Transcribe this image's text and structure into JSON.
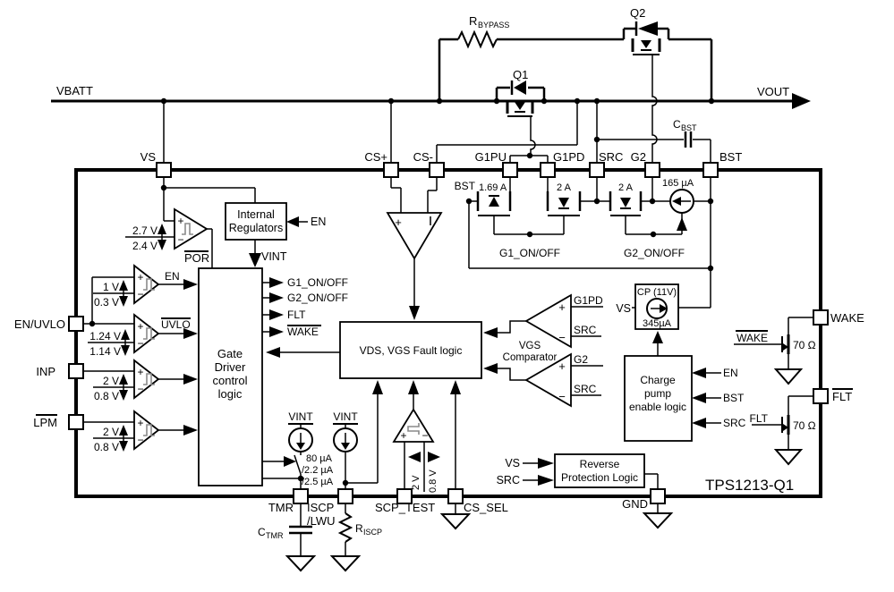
{
  "rails": {
    "vbatt": "VBATT",
    "vout": "VOUT"
  },
  "chip": {
    "part": "TPS1213-Q1"
  },
  "sign": {
    "plus": "+",
    "minus": "−"
  },
  "external": {
    "rbypass_r": "R",
    "rbypass_sub": "BYPASS",
    "q1": "Q1",
    "q2": "Q2",
    "cbst_c": "C",
    "cbst_sub": "BST",
    "ctmr_c": "C",
    "ctmr_sub": "TMR",
    "riscp_r": "R",
    "riscp_sub": "ISCP"
  },
  "pins": {
    "vs": "VS",
    "cs_plus": "CS+",
    "cs_minus": "CS-",
    "g1pu": "G1PU",
    "g1pd": "G1PD",
    "src": "SRC",
    "g2": "G2",
    "bst": "BST",
    "en_uvlo": "EN/UVLO",
    "inp": "INP",
    "lpm": "LPM",
    "wake": "WAKE",
    "flt": "FLT",
    "tmr": "TMR",
    "iscp_line1": "ISCP",
    "iscp_line2": "/LWU",
    "scp_test": "SCP_TEST",
    "cs_sel": "CS_SEL",
    "gnd": "GND"
  },
  "comp": {
    "por_rise": "2.7 V",
    "por_fall": "2.4 V",
    "por_out": "POR",
    "en_rise": "1 V",
    "en_fall": "0.3 V",
    "en_out": "EN",
    "uvlo_rise": "1.24 V",
    "uvlo_fall": "1.14 V",
    "uvlo_out": "UVLO",
    "inp_rise": "2 V",
    "inp_fall": "0.8 V",
    "lpm_rise": "2 V",
    "lpm_fall": "0.8 V",
    "scp_rise": "2 V",
    "scp_fall": "0.8 V"
  },
  "blocks": {
    "ir1": "Internal",
    "ir2": "Regulators",
    "ir_en": "EN",
    "ir_vint": "VINT",
    "gd1": "Gate",
    "gd2": "Driver",
    "gd3": "control",
    "gd4": "logic",
    "gd_out_g1": "G1_ON/OFF",
    "gd_out_g2": "G2_ON/OFF",
    "gd_out_flt": "FLT",
    "gd_out_wake": "WAKE",
    "vds": "VDS, VGS Fault logic",
    "vgs1": "VGS",
    "vgs2": "Comparator",
    "vgs_g1pd": "G1PD",
    "vgs_src1": "SRC",
    "vgs_g2": "G2",
    "vgs_src2": "SRC",
    "cp_title": "CP (11V)",
    "cp_i": "345µA",
    "cp_vs": "VS",
    "cpe1": "Charge",
    "cpe2": "pump",
    "cpe3": "enable logic",
    "cpe_en": "EN",
    "cpe_bst": "BST",
    "cpe_src": "SRC",
    "rev1": "Reverse",
    "rev2": "Protection Logic",
    "rev_vs": "VS",
    "rev_src": "SRC"
  },
  "driver": {
    "bst": "BST",
    "i1": "1.69 A",
    "i2a": "2 A",
    "i2b": "2 A",
    "i165": "165 µA",
    "g1bus": "G1_ON/OFF",
    "g2bus": "G2_ON/OFF"
  },
  "timer": {
    "vint_a": "VINT",
    "vint_b": "VINT",
    "i80": "80 µA",
    "i22": "/2.2 µA",
    "i25": "/2.5 µA"
  },
  "fets": {
    "wake_gate": "WAKE",
    "flt_gate": "FLT",
    "r_wake": "70 Ω",
    "r_flt": "70 Ω"
  }
}
